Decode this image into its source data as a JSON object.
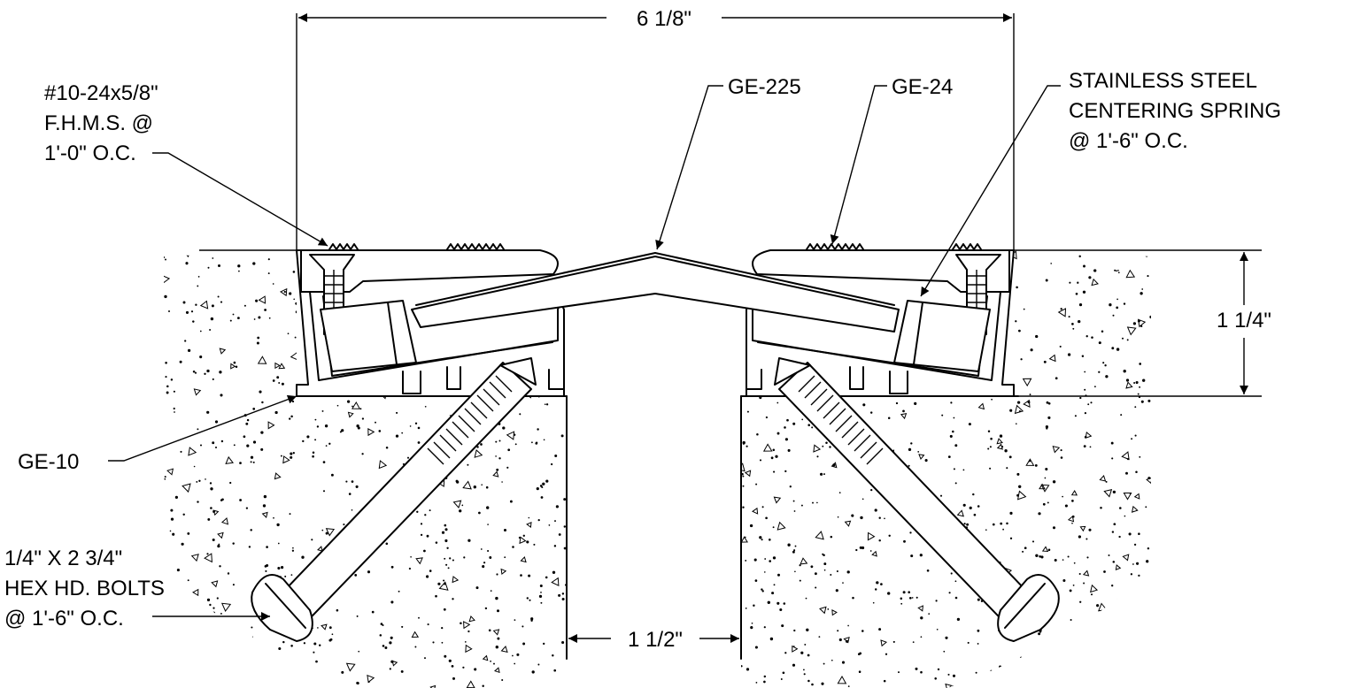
{
  "drawing": {
    "dimensions": {
      "overall_width": "6 1/8\"",
      "height": "1 1/4\"",
      "joint_gap": "1 1/2\""
    },
    "labels": {
      "ge225": "GE-225",
      "ge24": "GE-24",
      "ge10": "GE-10",
      "screw": [
        "#10-24x5/8\"",
        "F.H.M.S. @",
        "1'-0\" O.C."
      ],
      "spring": [
        "STAINLESS STEEL",
        "CENTERING SPRING",
        "@ 1'-6\" O.C."
      ],
      "bolts": [
        "1/4\" X 2 3/4\"",
        "HEX HD. BOLTS",
        "@ 1'-6\" O.C."
      ]
    }
  }
}
